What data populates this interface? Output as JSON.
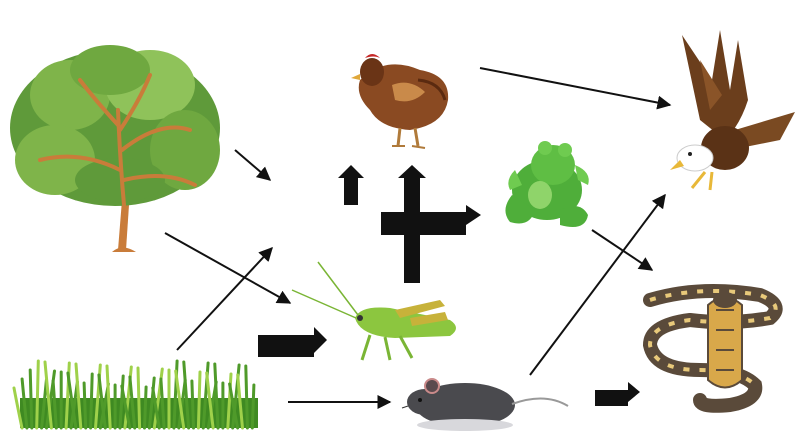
{
  "diagram": {
    "kind": "food-web",
    "organisms": [
      {
        "id": "tree",
        "icon": "tree-icon",
        "colors": {
          "canopy": "#5f9a3a",
          "canopy_light": "#8fc25a",
          "trunk": "#c97c3a"
        }
      },
      {
        "id": "grass",
        "icon": "grass-icon",
        "colors": {
          "blade": "#4f9a2a",
          "blade_light": "#9fd14a"
        }
      },
      {
        "id": "hen",
        "icon": "hen-icon",
        "colors": {
          "body": "#8a4a22",
          "highlight": "#c98a4a"
        }
      },
      {
        "id": "grasshopper",
        "icon": "grasshopper-icon",
        "colors": {
          "body": "#8cc63f",
          "legs": "#c7b23a"
        }
      },
      {
        "id": "frog",
        "icon": "frog-icon",
        "colors": {
          "body": "#4fae3a",
          "light": "#8fd46a"
        }
      },
      {
        "id": "mouse",
        "icon": "mouse-icon",
        "colors": {
          "body": "#4a4a4e",
          "ear": "#c98a8a"
        }
      },
      {
        "id": "eagle",
        "icon": "eagle-icon",
        "colors": {
          "body": "#6b3e1c",
          "head": "#ffffff",
          "beak": "#e8b838"
        }
      },
      {
        "id": "snake",
        "icon": "snake-icon",
        "colors": {
          "body": "#5a4a3a",
          "belly": "#e8c97a",
          "band": "#d9a84a"
        }
      }
    ],
    "arrows": {
      "color": "#111111"
    },
    "placeholder_blocks": {
      "color": "#111111"
    }
  }
}
